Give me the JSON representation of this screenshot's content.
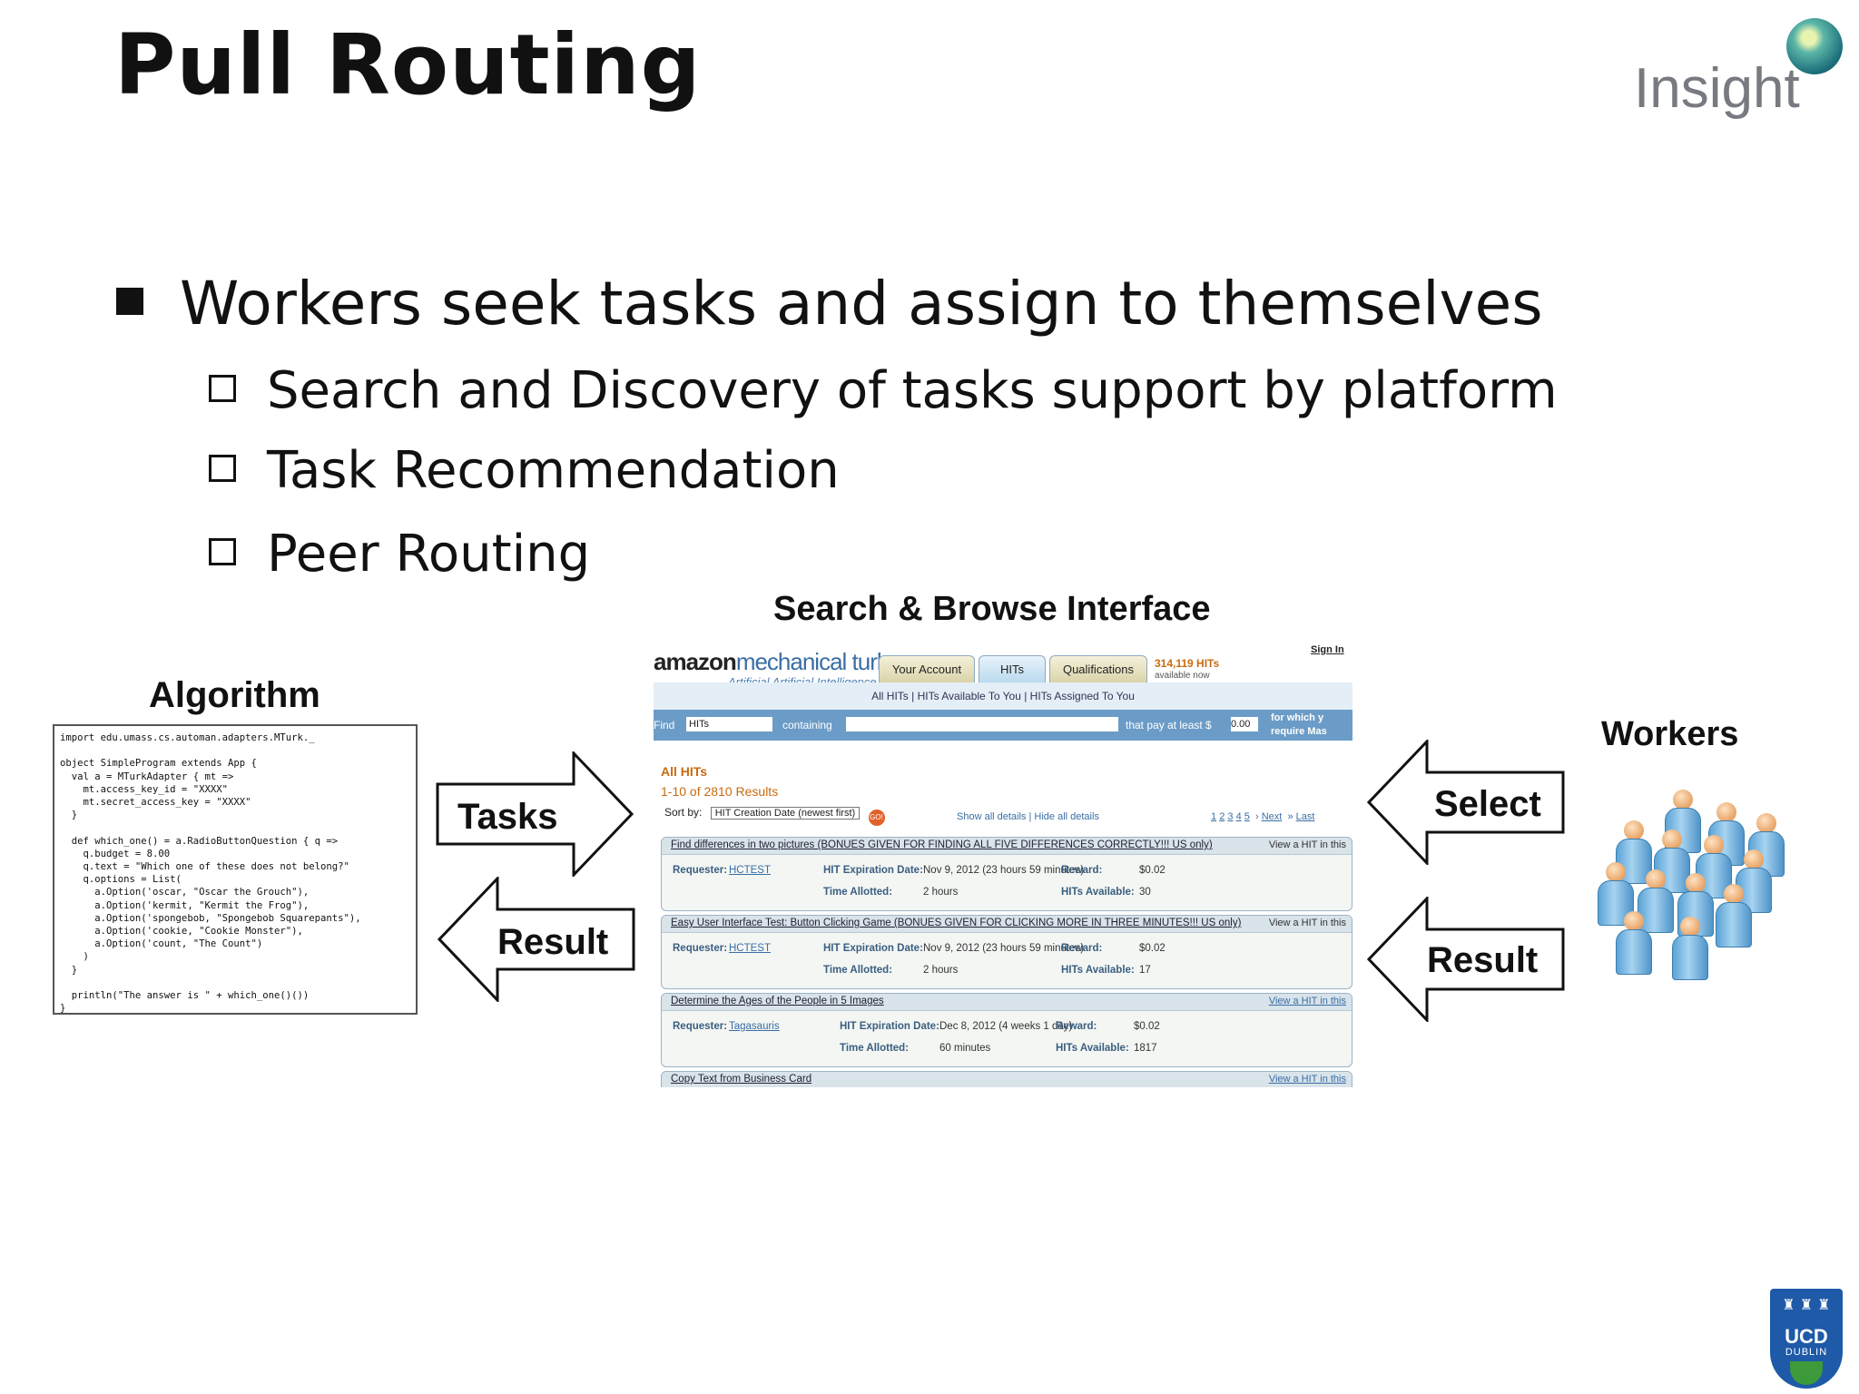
{
  "slide": {
    "title": "Pull Routing",
    "logo_text": "Insight",
    "bullet": "Workers seek tasks and assign to themselves",
    "sub_bullets": [
      "Search and Discovery of tasks support by platform",
      "Task Recommendation",
      "Peer Routing"
    ],
    "captions": {
      "search": "Search & Browse Interface",
      "algorithm": "Algorithm",
      "workers": "Workers"
    },
    "arrows": {
      "tasks": "Tasks",
      "result_left": "Result",
      "select": "Select",
      "result_right": "Result"
    },
    "code": "import edu.umass.cs.automan.adapters.MTurk._\n\nobject SimpleProgram extends App {\n  val a = MTurkAdapter { mt =>\n    mt.access_key_id = \"XXXX\"\n    mt.secret_access_key = \"XXXX\"\n  }\n\n  def which_one() = a.RadioButtonQuestion { q =>\n    q.budget = 8.00\n    q.text = \"Which one of these does not belong?\"\n    q.options = List(\n      a.Option('oscar, \"Oscar the Grouch\"),\n      a.Option('kermit, \"Kermit the Frog\"),\n      a.Option('spongebob, \"Spongebob Squarepants\"),\n      a.Option('cookie, \"Cookie Monster\"),\n      a.Option('count, \"The Count\")\n    )\n  }\n\n  println(\"The answer is \" + which_one()())\n}",
    "ucd": {
      "name": "UCD",
      "city": "DUBLIN"
    }
  },
  "mturk": {
    "logo_amazon": "amazon",
    "logo_mech": "mechanical turk",
    "logo_sub": "Artificial Artificial Intelligence",
    "tabs": [
      "Your Account",
      "HITs",
      "Qualifications"
    ],
    "count": "314,119 HITs",
    "count_sub": "available now",
    "sign_in": "Sign In",
    "nav": "All HITs  |  HITs Available To You  |  HITs Assigned To You",
    "search": {
      "find": "Find",
      "find_value": "HITs",
      "containing": "containing",
      "pay": "that pay at least $",
      "pay_value": "0.00",
      "opt1": "for which y",
      "opt2": "require Mas"
    },
    "all_hits": "All HITs",
    "results": "1-10 of 2810 Results",
    "sort_label": "Sort by:",
    "sort_value": "HIT Creation Date (newest first)",
    "go": "GO!",
    "show_details": "Show all details  |  Hide all details",
    "pages": [
      "1",
      "2",
      "3",
      "4",
      "5"
    ],
    "next": "Next",
    "last": "Last",
    "labels": {
      "requester": "Requester:",
      "expiration": "HIT Expiration Date:",
      "reward": "Reward:",
      "allotted": "Time Allotted:",
      "available": "HITs Available:",
      "view": "View a HIT in this"
    },
    "hits": [
      {
        "title": "Find differences in two pictures (BONUES GIVEN FOR FINDING ALL FIVE DIFFERENCES CORRECTLY!!! US only)",
        "requester": "HCTEST",
        "expiration": "Nov 9, 2012  (23 hours 59 minutes)",
        "reward": "$0.02",
        "allotted": "2 hours",
        "available": "30"
      },
      {
        "title": "Easy User Interface Test: Button Clicking Game (BONUES GIVEN FOR CLICKING MORE IN THREE MINUTES!!! US only)",
        "requester": "HCTEST",
        "expiration": "Nov 9, 2012  (23 hours 59 minutes)",
        "reward": "$0.02",
        "allotted": "2 hours",
        "available": "17"
      },
      {
        "title": "Determine the Ages of the People in 5 Images",
        "requester": "Tagasauris",
        "expiration": "Dec 8, 2012  (4 weeks 1 day)",
        "reward": "$0.02",
        "allotted": "60 minutes",
        "available": "1817"
      },
      {
        "title": "Copy Text from Business Card"
      }
    ]
  }
}
